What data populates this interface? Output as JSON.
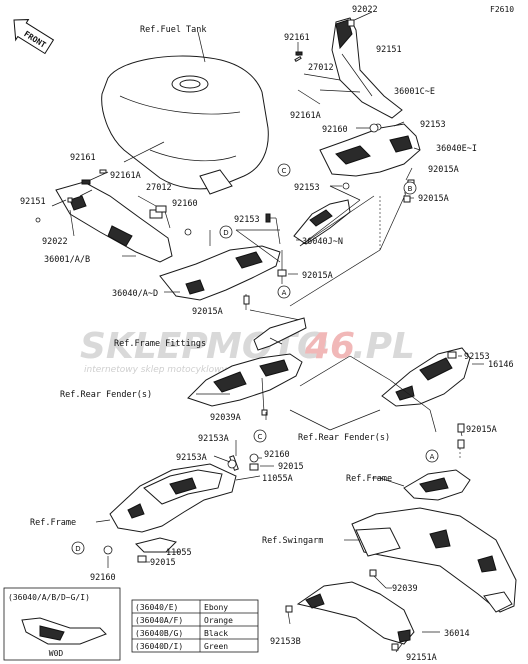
{
  "figure_code": "F2610",
  "front_marker": "FRONT",
  "watermark": {
    "part1": "SKLEP",
    "part2": "MOTO",
    "part3": "46",
    "part4": ".PL",
    "sub": "internetowy sklep motocyklowy"
  },
  "callouts": {
    "A": "A",
    "B": "B",
    "C": "C",
    "D": "D"
  },
  "labels": {
    "ref_fuel_tank": "Ref.Fuel Tank",
    "p92022_top": "92022",
    "p92161_top": "92161",
    "p92151_top": "92151",
    "p27012_top": "27012",
    "p36001_ce": "36001C~E",
    "p92161a_top": "92161A",
    "p92160_top": "92160",
    "p92153_top": "92153",
    "p36040_ei": "36040E~I",
    "p92015a_1": "92015A",
    "p92153_c": "92153",
    "p92015a_2": "92015A",
    "p92161_left": "92161",
    "p92161a_left": "92161A",
    "p27012_left": "27012",
    "p92151_left": "92151",
    "p92160_left": "92160",
    "p92022_left": "92022",
    "p92153_mid": "92153",
    "p36040_jn": "36040J~N",
    "p36001_ab": "36001/A/B",
    "p92015a_3": "92015A",
    "p36040_ad": "36040/A~D",
    "p92015a_4": "92015A",
    "ref_frame_fittings": "Ref.Frame Fittings",
    "p92153_right": "92153",
    "p16146": "16146",
    "ref_rear_fender_left": "Ref.Rear Fender(s)",
    "p92039a": "92039A",
    "ref_rear_fender_right": "Ref.Rear Fender(s)",
    "p92015a_5": "92015A",
    "p92153a_1": "92153A",
    "p92160_mid": "92160",
    "p92153a_2": "92153A",
    "p92015_mid": "92015",
    "p11055a": "11055A",
    "ref_frame_right": "Ref.Frame",
    "ref_frame_left": "Ref.Frame",
    "ref_swingarm": "Ref.Swingarm",
    "p11055": "11055",
    "p92015_low": "92015",
    "p92160_low": "92160",
    "p92039": "92039",
    "p92153b": "92153B",
    "p36014": "36014",
    "p92151a": "92151A"
  },
  "color_table": {
    "header": "(36040/A/B/D~G/I)",
    "rows": [
      {
        "code": "(36040/E)",
        "color": "Ebony"
      },
      {
        "code": "(36040A/F)",
        "color": "Orange"
      },
      {
        "code": "(36040B/G)",
        "color": "Black"
      },
      {
        "code": "(36040D/I)",
        "color": "Green"
      }
    ],
    "footer": "W0D"
  }
}
